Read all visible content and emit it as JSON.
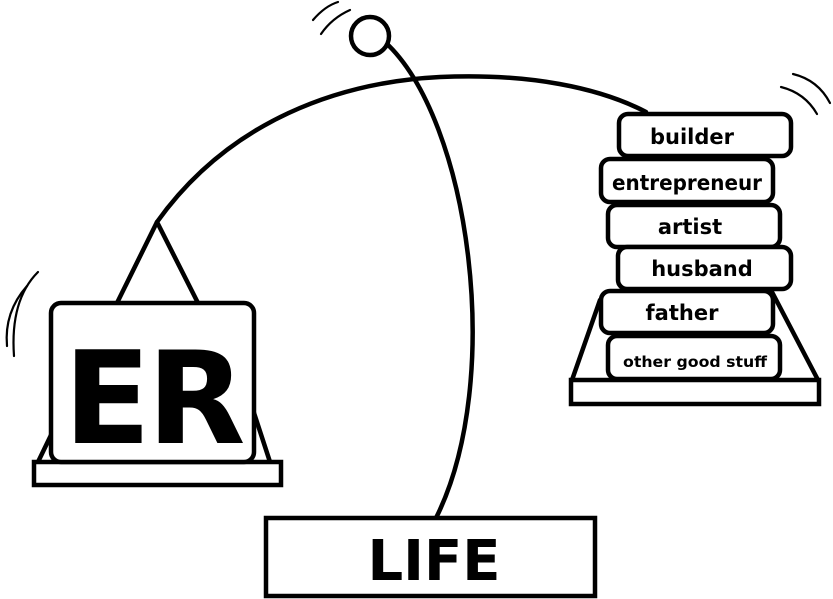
{
  "diagram": {
    "left_pan": {
      "label": "ER"
    },
    "right_pan": {
      "blocks": [
        {
          "label": "builder"
        },
        {
          "label": "entrepreneur"
        },
        {
          "label": "artist"
        },
        {
          "label": "husband"
        },
        {
          "label": "father"
        },
        {
          "label": "other good stuff"
        }
      ]
    },
    "base": {
      "label": "LIFE"
    },
    "colors": {
      "ink": "#000000",
      "paper": "#ffffff"
    }
  }
}
